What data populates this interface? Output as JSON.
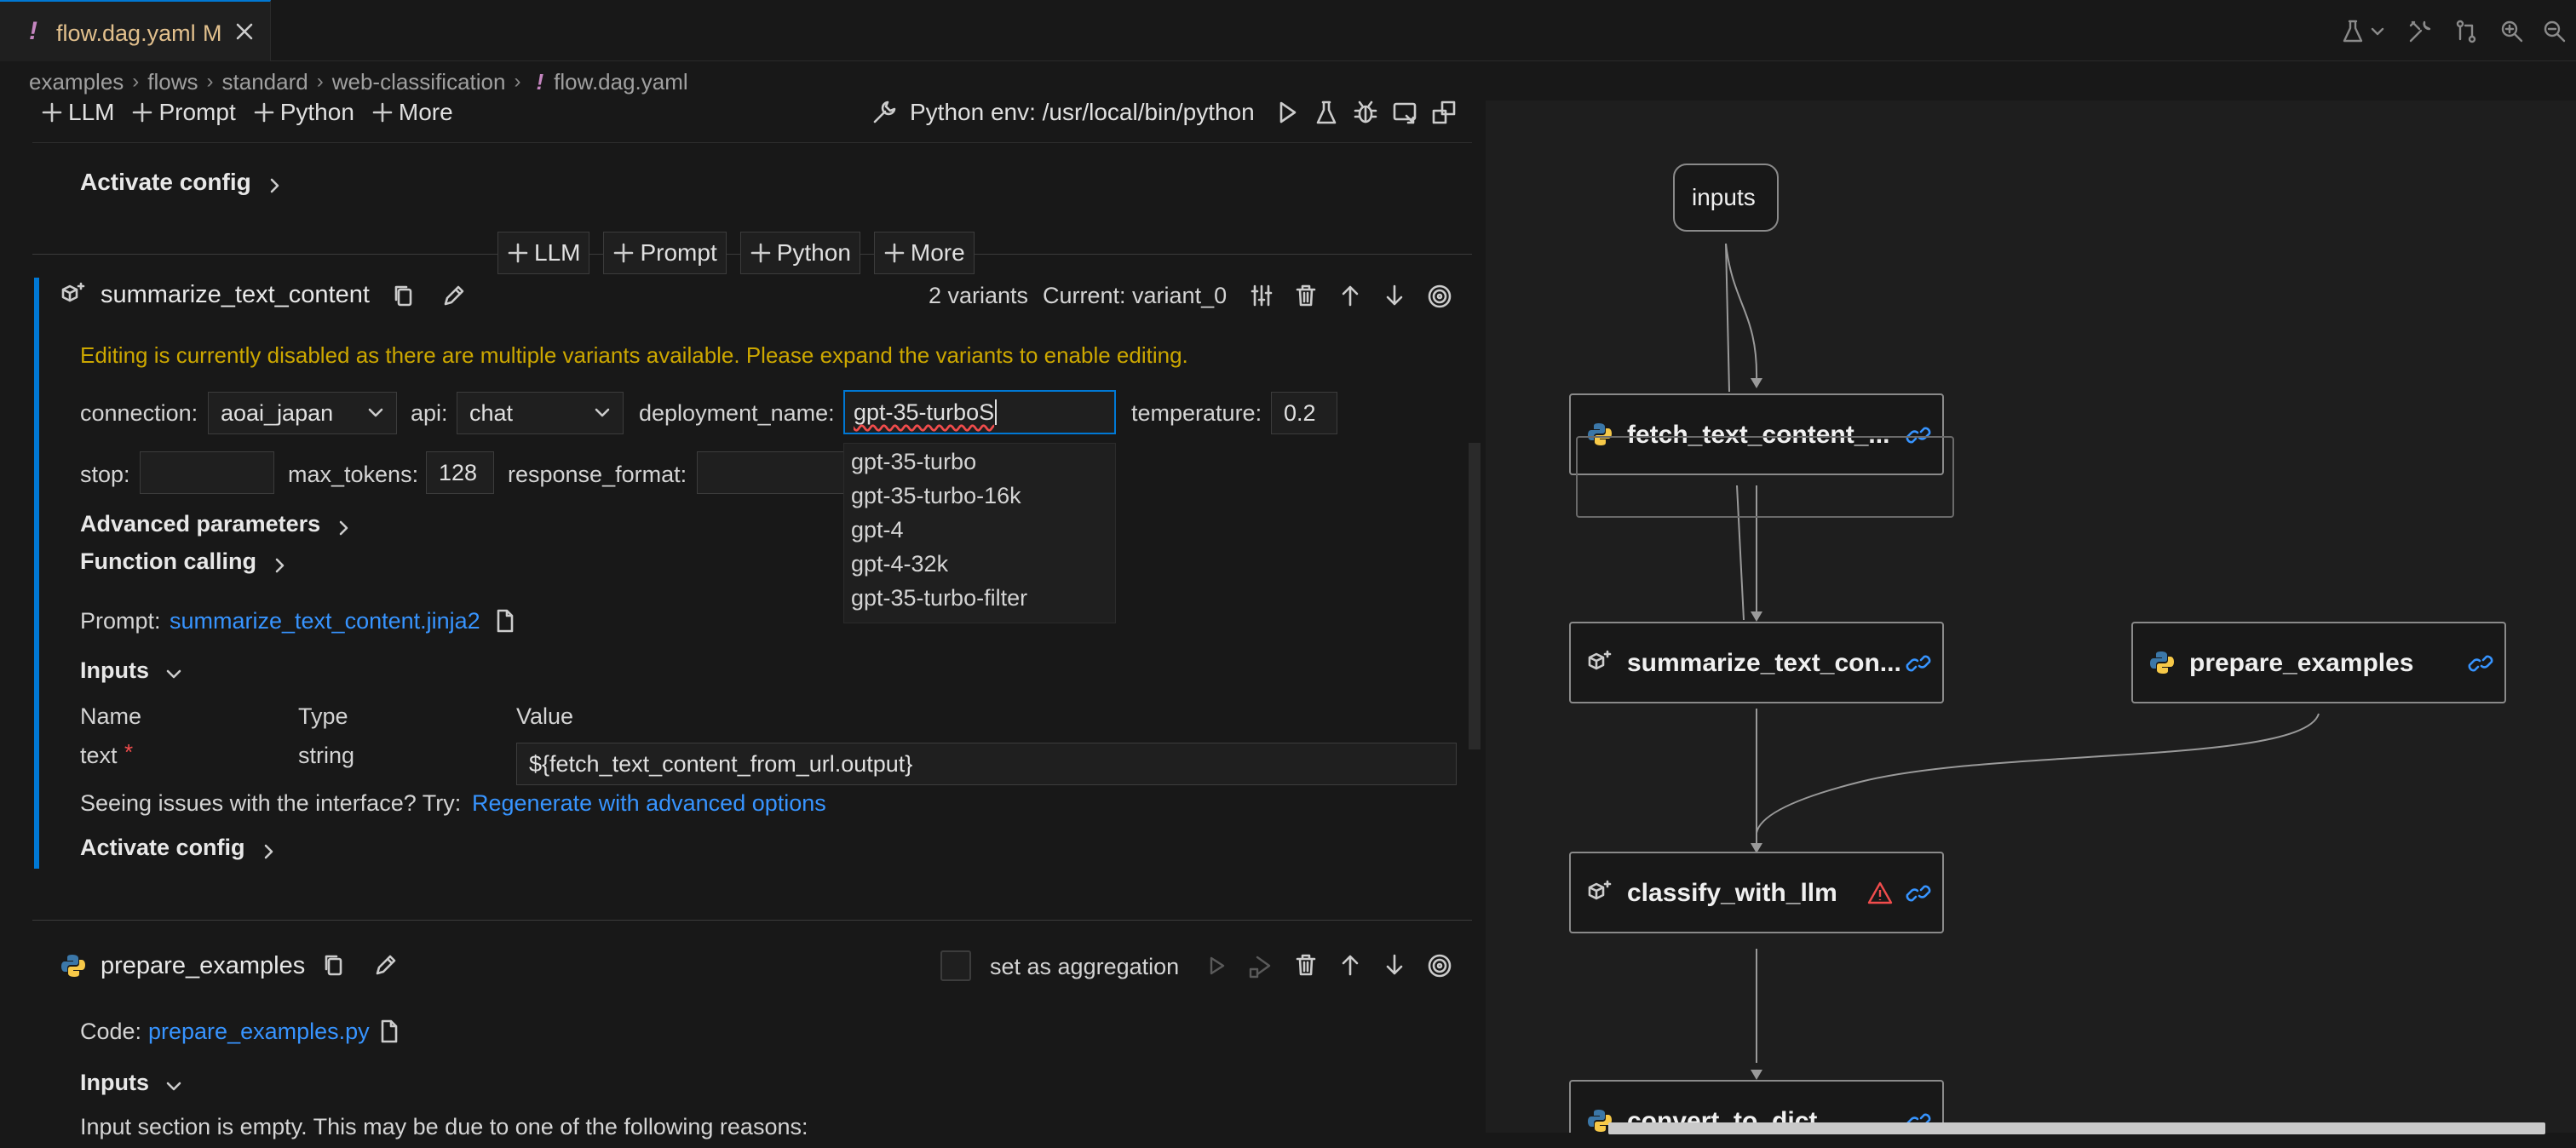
{
  "tab": {
    "icon": "!",
    "filename": "flow.dag.yaml",
    "modified": "M"
  },
  "title_actions": [
    "flask-icon",
    "chevron-down-icon",
    "tools-icon",
    "compare-icon",
    "zoom-in-icon",
    "zoom-out-icon"
  ],
  "breadcrumb": [
    "examples",
    "flows",
    "standard",
    "web-classification",
    "flow.dag.yaml"
  ],
  "breadcrumb_file_icon": "!",
  "toolbar": {
    "add_llm": "LLM",
    "add_prompt": "Prompt",
    "add_python": "Python",
    "add_more": "More",
    "python_env": "Python env: /usr/local/bin/python"
  },
  "top_activate_config": "Activate config",
  "insert_bar": {
    "llm": "LLM",
    "prompt": "Prompt",
    "python": "Python",
    "more": "More"
  },
  "node1": {
    "name": "summarize_text_content",
    "variants": "2 variants",
    "current": "Current: variant_0",
    "warning": "Editing is currently disabled as there are multiple variants available. Please expand the variants to enable editing.",
    "connection_label": "connection:",
    "connection_value": "aoai_japan",
    "api_label": "api:",
    "api_value": "chat",
    "deployment_label": "deployment_name:",
    "deployment_value": "gpt-35-turboS",
    "temperature_label": "temperature:",
    "temperature_value": "0.2",
    "stop_label": "stop:",
    "stop_value": "",
    "max_tokens_label": "max_tokens:",
    "max_tokens_value": "128",
    "response_format_label": "response_format:",
    "response_format_value": "",
    "advanced_parameters": "Advanced parameters",
    "function_calling": "Function calling",
    "prompt_label": "Prompt:",
    "prompt_file": "summarize_text_content.jinja2",
    "inputs_heading": "Inputs",
    "col_name": "Name",
    "col_type": "Type",
    "col_value": "Value",
    "input_name": "text",
    "input_required": "*",
    "input_type": "string",
    "input_value": "${fetch_text_content_from_url.output}",
    "issues_text": "Seeing issues with the interface? Try:",
    "issues_link": "Regenerate with advanced options",
    "activate_config": "Activate config"
  },
  "suggestions": [
    "gpt-35-turbo",
    "gpt-35-turbo-16k",
    "gpt-4",
    "gpt-4-32k",
    "gpt-35-turbo-filter"
  ],
  "node2": {
    "name": "prepare_examples",
    "aggregation_label": "set as aggregation",
    "aggregation_checked": false,
    "code_label": "Code:",
    "code_file": "prepare_examples.py",
    "inputs_heading": "Inputs",
    "empty_note": "Input section is empty. This may be due to one of the following reasons:"
  },
  "graph": {
    "inputs": "inputs",
    "nodes": [
      {
        "label": "fetch_text_content_...",
        "kind": "python"
      },
      {
        "label": "summarize_text_con...",
        "kind": "llm"
      },
      {
        "label": "prepare_examples",
        "kind": "python"
      },
      {
        "label": "classify_with_llm",
        "kind": "llm",
        "warning": true
      },
      {
        "label": "convert_to_dict",
        "kind": "python"
      }
    ]
  },
  "colors": {
    "accent": "#0078d4",
    "link": "#3794ff",
    "warning_text": "#cca700",
    "tab_modified": "#e2c08d",
    "error": "#f14c4c",
    "node_border": "#8a8a8a"
  }
}
